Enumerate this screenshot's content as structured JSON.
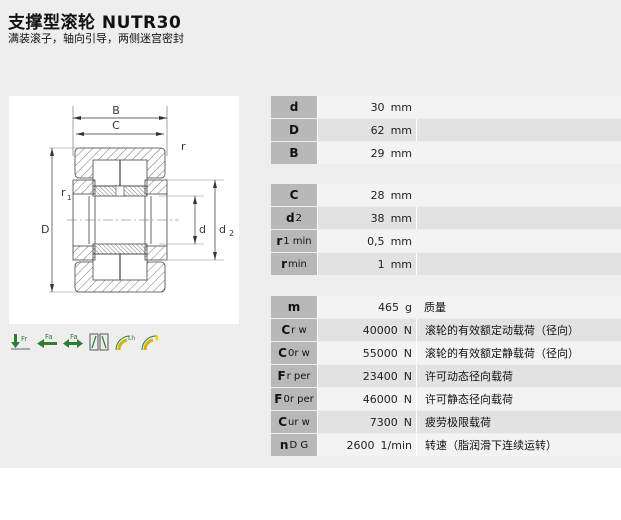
{
  "header": {
    "title": "支撑型滚轮 NUTR30",
    "subtitle": "满装滚子，轴向引导，两侧迷宫密封"
  },
  "drawing": {
    "labels": {
      "B": "B",
      "C": "C",
      "r": "r",
      "r1": "r",
      "r1_sub": "1",
      "D": "D",
      "d": "d",
      "d2": "d",
      "d2_sub": "2"
    }
  },
  "icons": [
    "radial-load-icon",
    "axial-load-left-icon",
    "axial-load-both-icon",
    "misalignment-icon",
    "life-icon",
    "lubrication-icon"
  ],
  "icon_labels": {
    "fr": "Fr",
    "fa": "Fa",
    "fa2": "Fa",
    "lh": "Lh"
  },
  "sections": [
    {
      "rows": [
        {
          "key": "d",
          "sub": "",
          "value": "30",
          "unit": "mm",
          "desc": ""
        },
        {
          "key": "D",
          "sub": "",
          "value": "62",
          "unit": "mm",
          "desc": ""
        },
        {
          "key": "B",
          "sub": "",
          "value": "29",
          "unit": "mm",
          "desc": ""
        }
      ]
    },
    {
      "rows": [
        {
          "key": "C",
          "sub": "",
          "value": "28",
          "unit": "mm",
          "desc": ""
        },
        {
          "key": "d",
          "sub": "2",
          "value": "38",
          "unit": "mm",
          "desc": ""
        },
        {
          "key": "r",
          "sub": "1 min",
          "value": "0,5",
          "unit": "mm",
          "desc": ""
        },
        {
          "key": "r",
          "sub": "min",
          "value": "1",
          "unit": "mm",
          "desc": ""
        }
      ]
    },
    {
      "rows": [
        {
          "key": "m",
          "sub": "",
          "value": "465",
          "unit": "g",
          "desc": "质量"
        },
        {
          "key": "C",
          "sub": "r w",
          "value": "40000",
          "unit": "N",
          "desc": "滚轮的有效额定动载荷（径向）"
        },
        {
          "key": "C",
          "sub": "0r w",
          "value": "55000",
          "unit": "N",
          "desc": "滚轮的有效额定静载荷（径向）"
        },
        {
          "key": "F",
          "sub": "r per",
          "value": "23400",
          "unit": "N",
          "desc": "许可动态径向载荷"
        },
        {
          "key": "F",
          "sub": "0r per",
          "value": "46000",
          "unit": "N",
          "desc": "许可静态径向载荷"
        },
        {
          "key": "C",
          "sub": "ur w",
          "value": "7300",
          "unit": "N",
          "desc": "疲劳极限载荷"
        },
        {
          "key": "n",
          "sub": "D G",
          "value": "2600",
          "unit": "1/min",
          "desc": "转速（脂润滑下连续运转）"
        }
      ]
    }
  ]
}
